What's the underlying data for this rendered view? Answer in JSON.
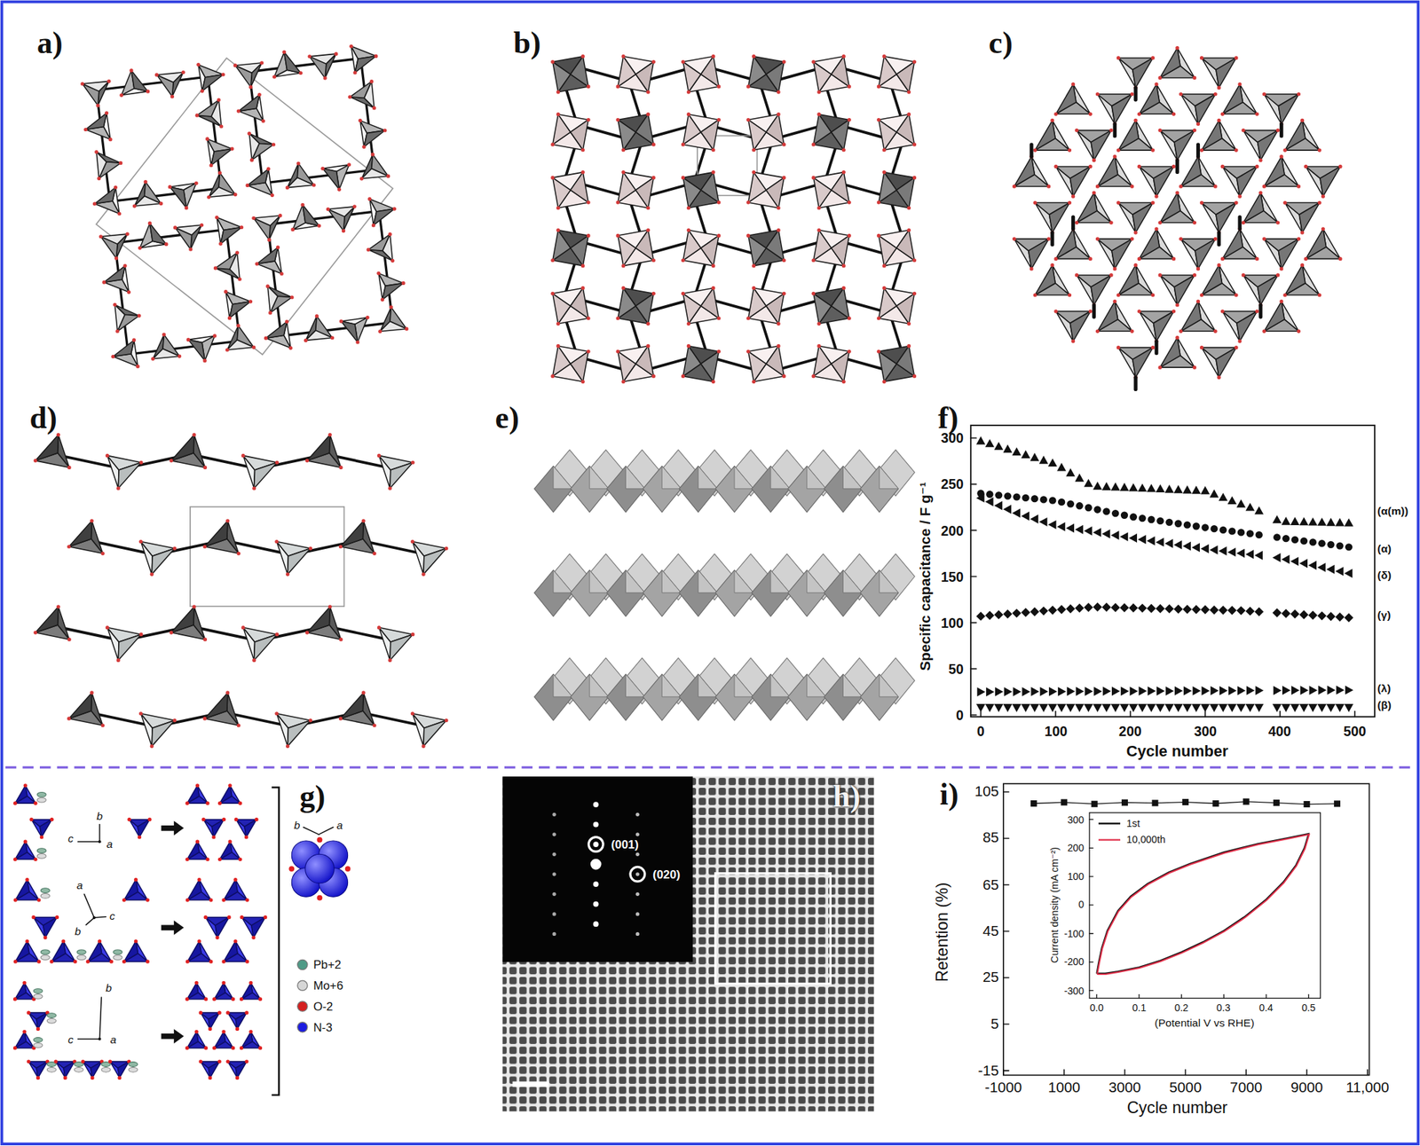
{
  "diagram": {
    "labels": [
      "a)",
      "b)",
      "c)",
      "d)",
      "e)",
      "f)",
      "300",
      "250",
      "200",
      "150",
      "100",
      "50",
      "0",
      "0",
      "100",
      "200",
      "300",
      "400",
      "500",
      "Specific capacitance / F g⁻¹",
      "Cycle number",
      "(α(m))",
      "(α)",
      "(δ)",
      "(γ)",
      "(λ)",
      "(β)",
      "g)",
      "b",
      "c",
      "a",
      "a",
      "c",
      "b",
      "b",
      "c",
      "a",
      "b",
      "a",
      "(001)",
      "(020)",
      "h)",
      "i)",
      "105",
      "85",
      "65",
      "45",
      "25",
      "5",
      "-15",
      "-1000",
      "1000",
      "3000",
      "5000",
      "7000",
      "9000",
      "11,000",
      "Retention (%)",
      "Cycle number",
      "Current density (mA cm⁻²)",
      "(Potential V vs RHE)",
      "300",
      "200",
      "100",
      "0",
      "-100",
      "-200",
      "-300",
      "0.0",
      "0.1",
      "0.2",
      "0.3",
      "0.4",
      "0.5"
    ],
    "legend": [
      {
        "text": "Pb+2",
        "color": "#4f9a86"
      },
      {
        "text": "Mo+6",
        "color": "#d6d6d6"
      },
      {
        "text": "O-2",
        "color": "#d42020"
      },
      {
        "text": "N-3",
        "color": "#1c1ce0"
      },
      {
        "text": "1st"
      },
      {
        "text": "10,000th"
      }
    ]
  }
}
